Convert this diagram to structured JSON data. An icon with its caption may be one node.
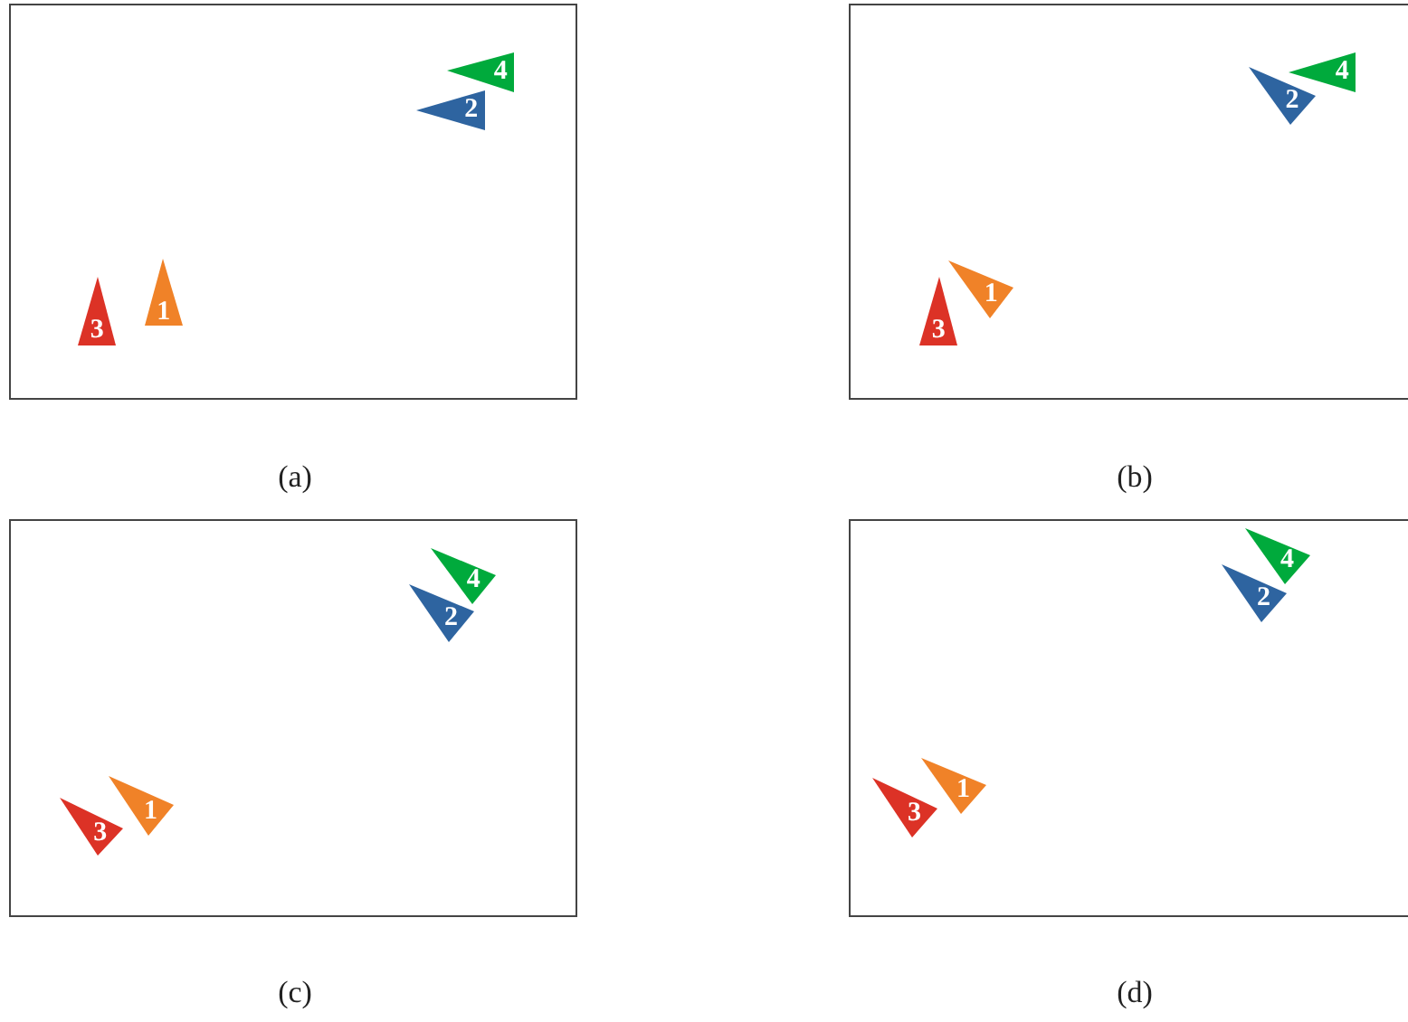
{
  "diagram": {
    "nodes": [
      {
        "text": [
          "(a)"
        ]
      },
      {
        "text": [
          "4"
        ],
        "in": 0
      },
      {
        "text": [
          "2"
        ],
        "in": 0
      },
      {
        "text": [
          "3"
        ],
        "in": 0
      },
      {
        "text": [
          "1"
        ],
        "in": 0
      },
      {
        "text": [
          "(b)"
        ]
      },
      {
        "text": [
          "4"
        ],
        "in": 5
      },
      {
        "text": [
          "2"
        ],
        "in": 5
      },
      {
        "text": [
          "3"
        ],
        "in": 5
      },
      {
        "text": [
          "1"
        ],
        "in": 5
      },
      {
        "text": [
          "(c)"
        ]
      },
      {
        "text": [
          "4"
        ],
        "in": 10
      },
      {
        "text": [
          "2"
        ],
        "in": 10
      },
      {
        "text": [
          "3"
        ],
        "in": 10
      },
      {
        "text": [
          "1"
        ],
        "in": 10
      },
      {
        "text": [
          "(d)"
        ]
      },
      {
        "text": [
          "4"
        ],
        "in": 15
      },
      {
        "text": [
          "2"
        ],
        "in": 15
      },
      {
        "text": [
          "3"
        ],
        "in": 15
      },
      {
        "text": [
          "1"
        ],
        "in": 15
      }
    ]
  }
}
